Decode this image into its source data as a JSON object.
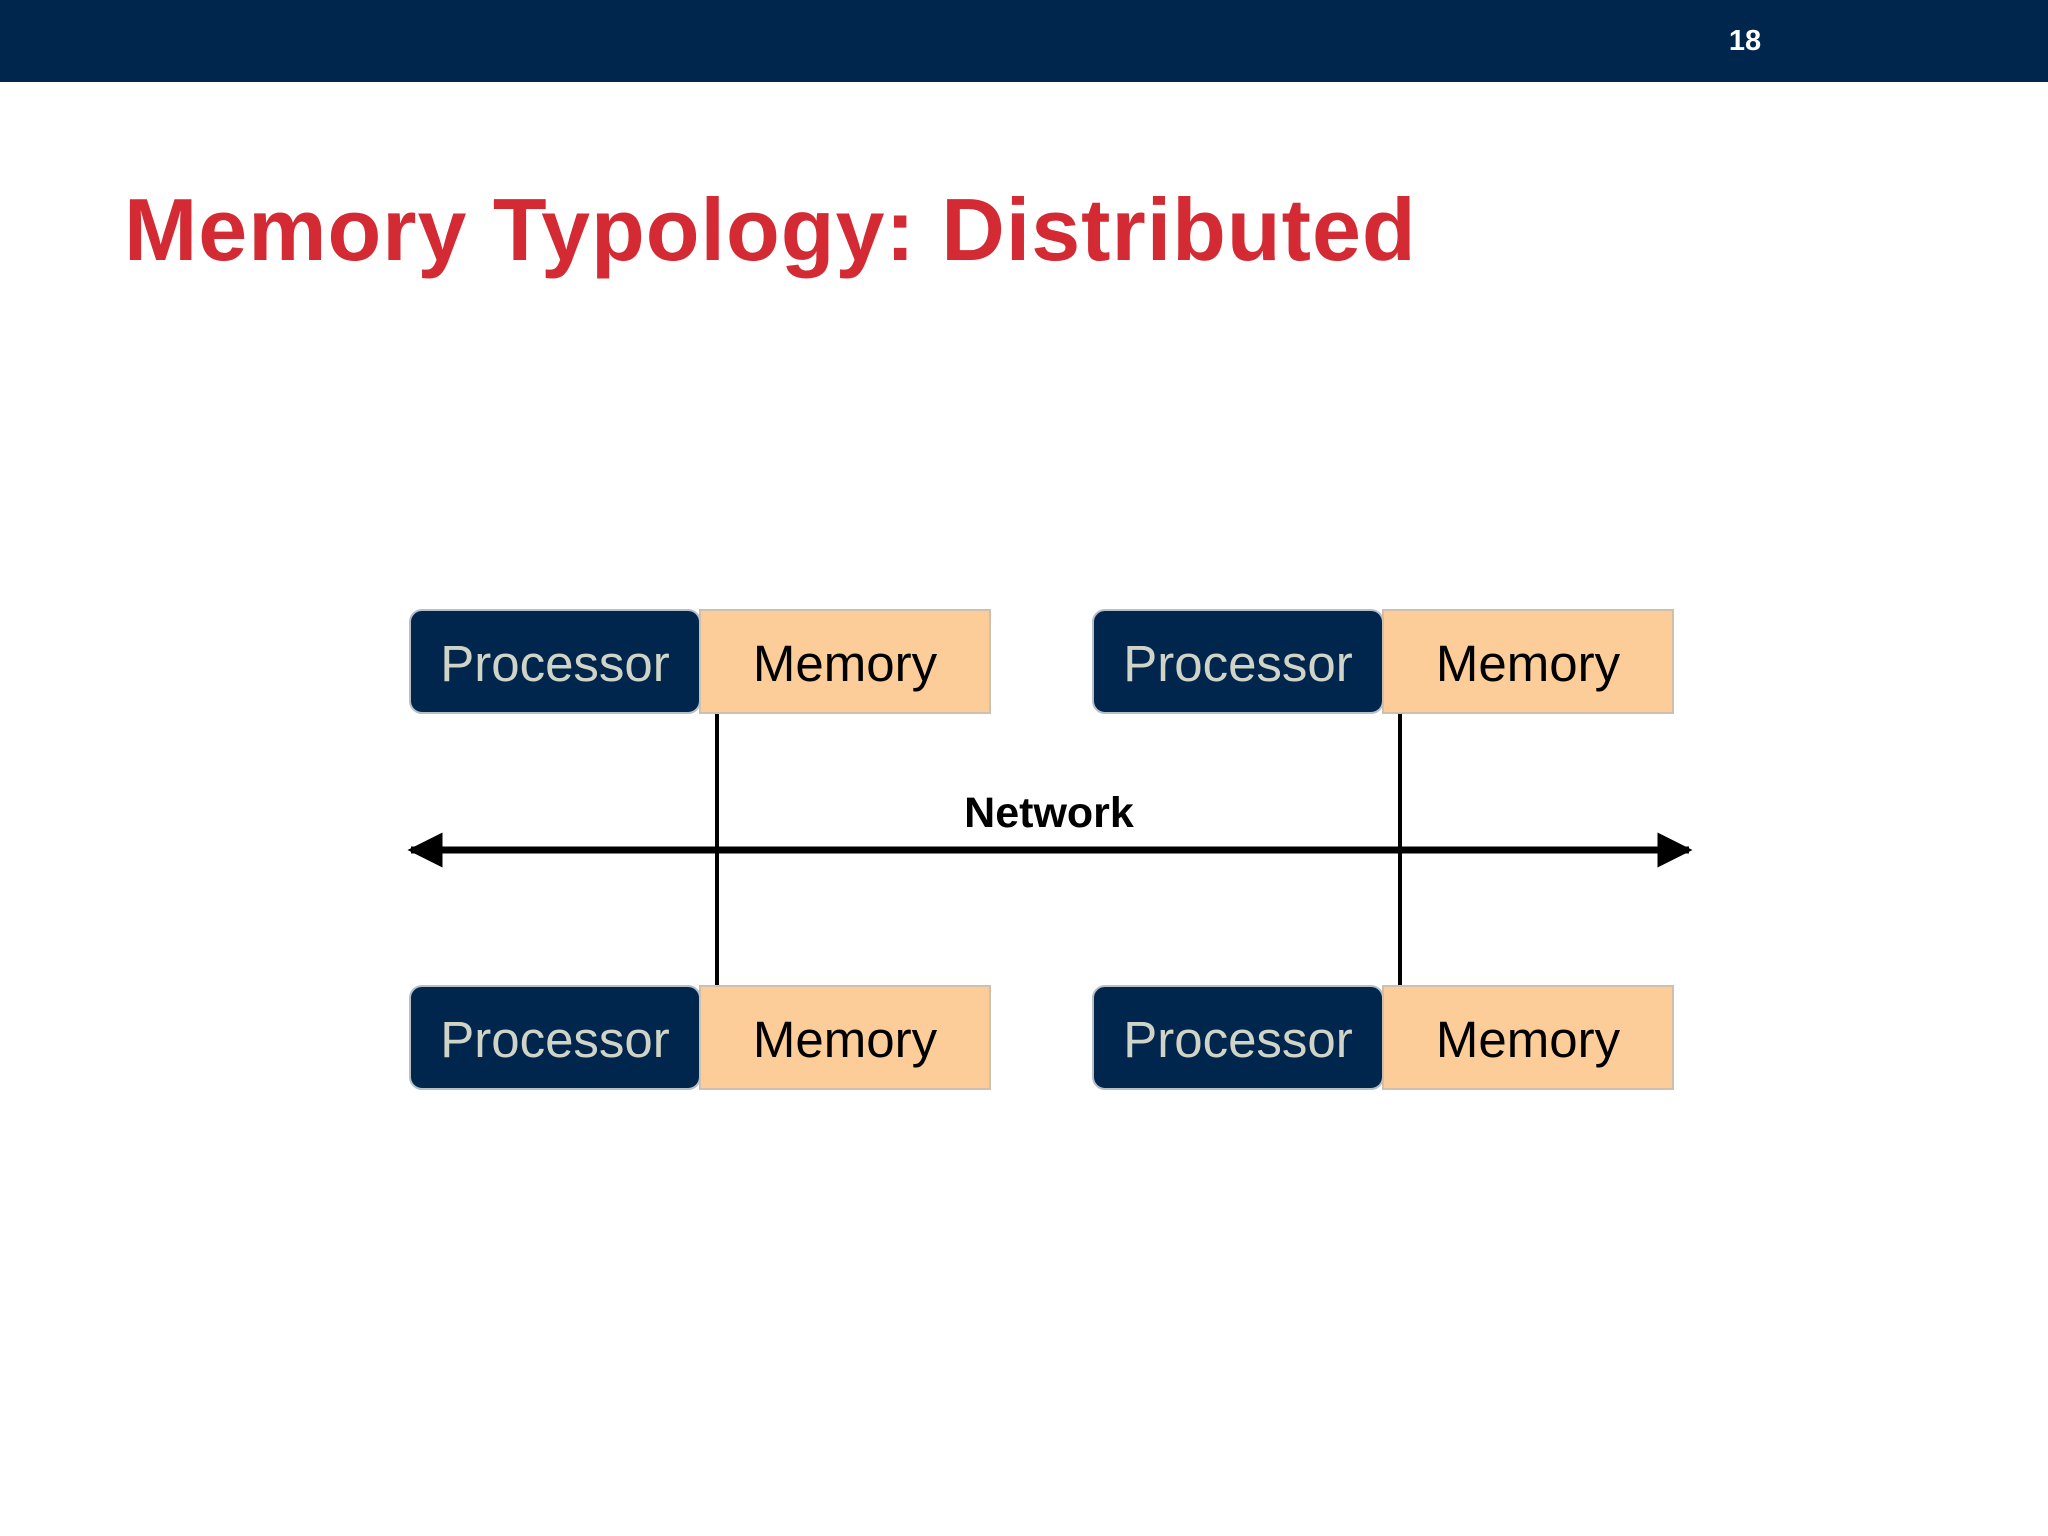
{
  "slide": {
    "page_number": "18",
    "title": "Memory Typology: Distributed"
  },
  "diagram": {
    "network_label": "Network",
    "nodes": [
      {
        "processor_label": "Processor",
        "memory_label": "Memory"
      },
      {
        "processor_label": "Processor",
        "memory_label": "Memory"
      },
      {
        "processor_label": "Processor",
        "memory_label": "Memory"
      },
      {
        "processor_label": "Processor",
        "memory_label": "Memory"
      }
    ]
  },
  "colors": {
    "header_bar": "#00264d",
    "title": "#d42a34",
    "processor_fill": "#00264d",
    "processor_text": "#d0d4c6",
    "memory_fill": "#fccc99",
    "memory_text": "#000000",
    "lines": "#000000"
  }
}
